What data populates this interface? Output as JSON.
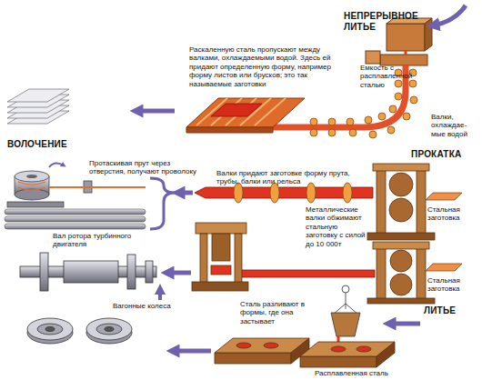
{
  "diagram": {
    "labels": [
      "НЕПРЕРЫВНОЕ ЛИТЬЕ",
      "Раскаленную сталь пропускают между валками, охлаждаемыми водой. Здесь ей придают определенную форму, например форму листов или брусков; это так называемые заготовки",
      "Емкость с расплавленной сталью",
      "Валки, охлаждае- мые водой",
      "ВОЛОЧЕНИЕ",
      "Протаскивая прут через отверстия, получают проволоку",
      "ПРОКАТКА",
      "Валки придают заготовке форму прута, трубы, балки или рельса",
      "Стальная заготовка",
      "Металлические валки обжимают стальную заготовку с силой до 10 000т",
      "Вал ротора турбинного двигателя",
      "Стальная заготовка",
      "Вагонные колеса",
      "ЛИТЬЕ",
      "Сталь разливают в формы, где она застывает",
      "Расплавленная сталь"
    ]
  }
}
